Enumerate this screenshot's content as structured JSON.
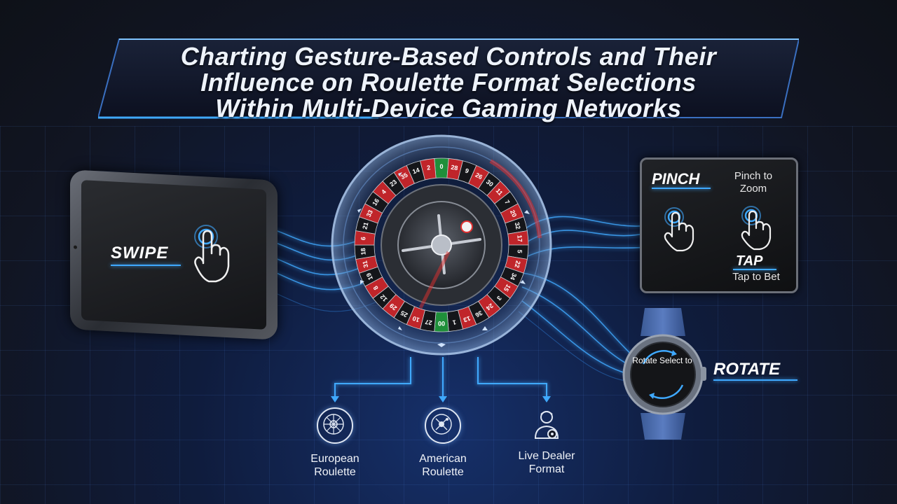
{
  "title": {
    "line1": "Charting Gesture-Based Controls and Their",
    "line2": "Influence on Roulette Format Selections",
    "line3": "Within Multi-Device Gaming Networks"
  },
  "tablet": {
    "gesture_label": "SWIPE",
    "gesture_icon": "tap-hand-icon"
  },
  "panel": {
    "pinch_label": "PINCH",
    "pinch_caption": "Pinch to Zoom",
    "tap_label": "TAP",
    "tap_caption": "Tap to Bet"
  },
  "watch": {
    "rotate_label": "ROTATE",
    "screen_text": "Rotate Select to"
  },
  "wheel": {
    "numbers": [
      "0",
      "28",
      "9",
      "26",
      "30",
      "11",
      "7",
      "20",
      "32",
      "17",
      "5",
      "22",
      "34",
      "15",
      "3",
      "24",
      "36",
      "13",
      "1",
      "00",
      "27",
      "10",
      "25",
      "29",
      "12",
      "8",
      "19",
      "31",
      "18",
      "6",
      "21",
      "33",
      "16",
      "4",
      "23",
      "35",
      "14",
      "2"
    ],
    "red_color": "#c0252a",
    "black_color": "#15161a",
    "green_color": "#1f8f3a"
  },
  "formats": [
    {
      "name": "European Roulette",
      "icon": "roulette-wheel-icon"
    },
    {
      "name": "American Roulette",
      "icon": "roulette-wheel-icon"
    },
    {
      "name": "Live Dealer Format",
      "icon": "dealer-icon"
    }
  ],
  "colors": {
    "accent": "#3fa9ff",
    "background": "#111522",
    "watch_band": "#4a6aa8"
  }
}
